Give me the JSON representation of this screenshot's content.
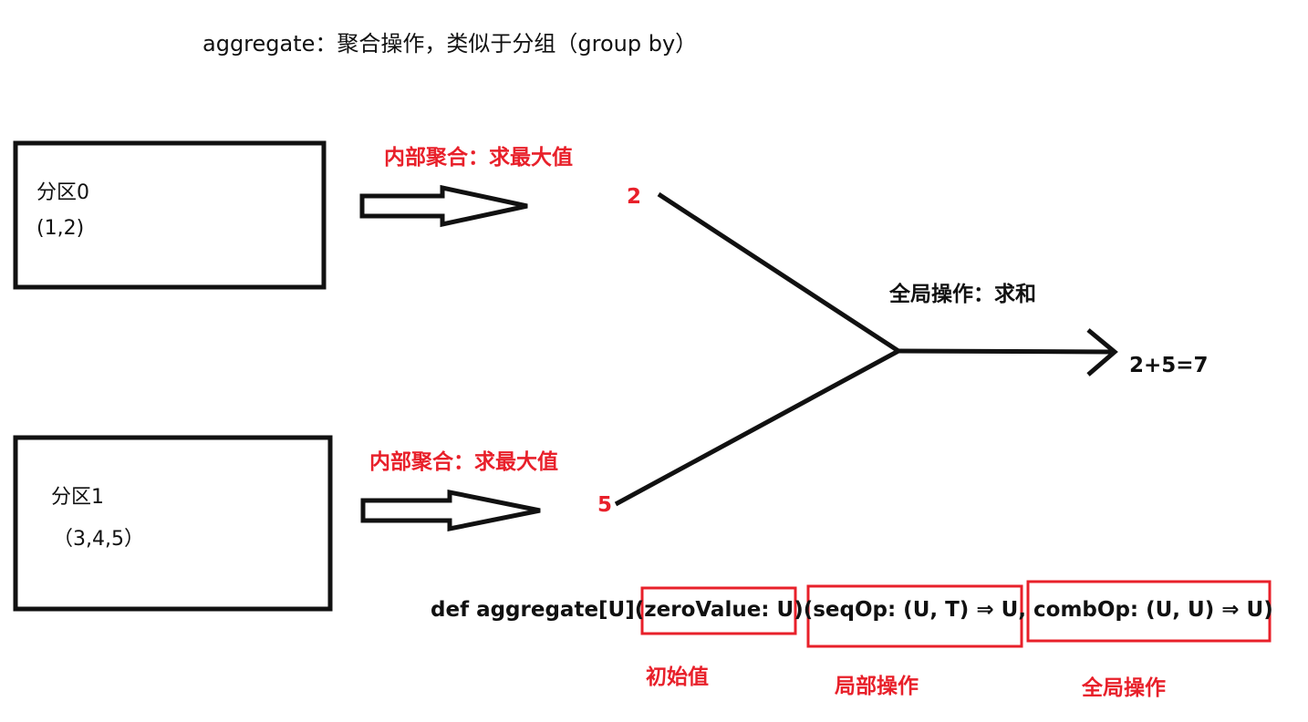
{
  "title": "aggregate：聚合操作，类似于分组（group by）",
  "partitions": [
    {
      "name": "分区0",
      "values": "(1,2)"
    },
    {
      "name": "分区1",
      "values": "（3,4,5）"
    }
  ],
  "local_aggregation_label": "内部聚合：求最大值",
  "partition_results": [
    "2",
    "5"
  ],
  "global_operation_label": "全局操作：求和",
  "final_result": "2+5=7",
  "signature": "def aggregate[U](zeroValue: U)(seqOp: (U, T) ⇒ U, combOp: (U, U) ⇒ U)",
  "annotations": {
    "zero_value": "初始值",
    "seq_op": "局部操作",
    "comb_op": "全局操作"
  },
  "colors": {
    "red": "#e8202a",
    "black": "#111111"
  }
}
